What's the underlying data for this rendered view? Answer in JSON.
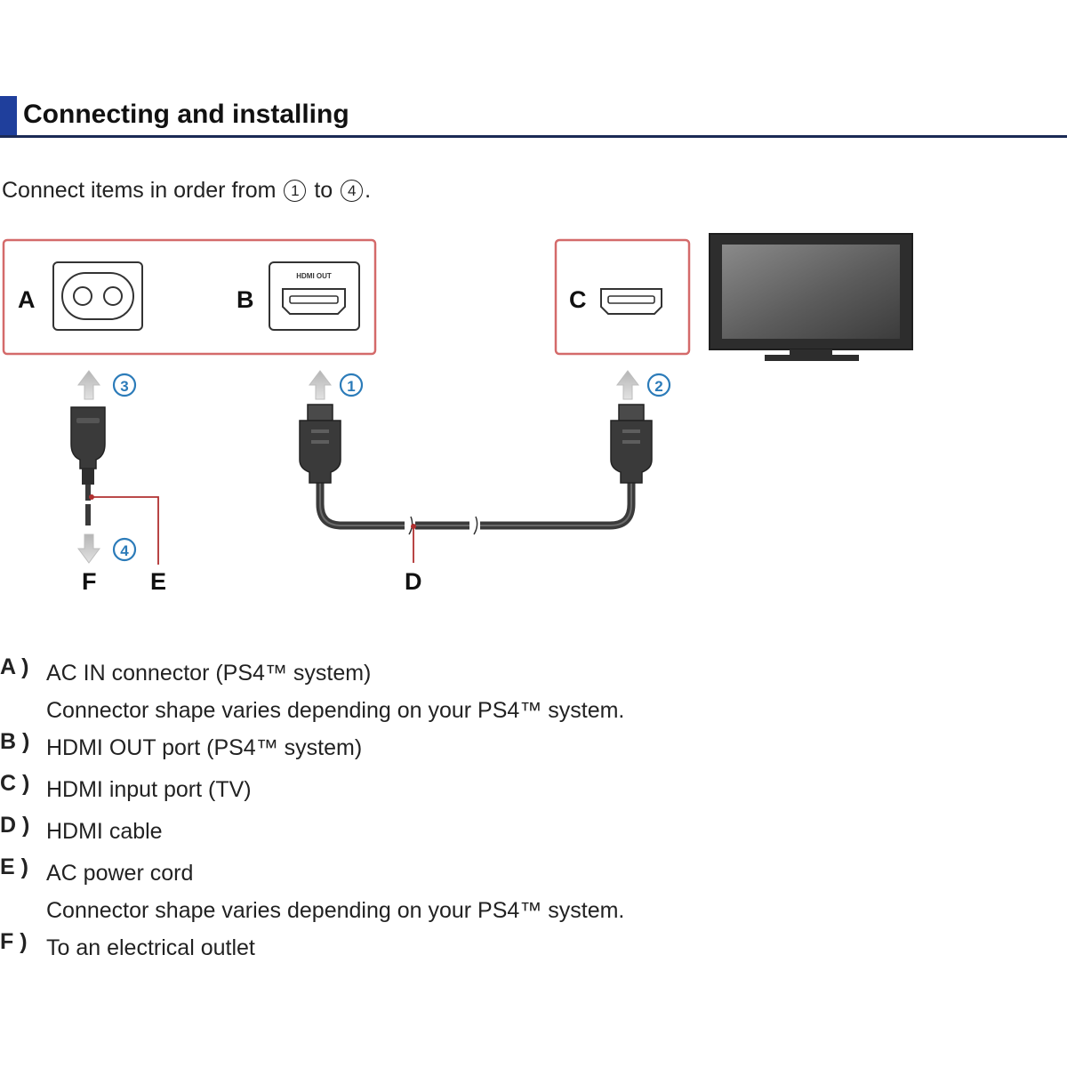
{
  "title": "Connecting and installing",
  "instruction": {
    "before": "Connect items in order from",
    "start": "1",
    "middle": "to",
    "end": "4",
    "after": "."
  },
  "diagram": {
    "labels": {
      "A": "A",
      "B": "B",
      "C": "C",
      "D": "D",
      "E": "E",
      "F": "F"
    },
    "port_label": "HDMI OUT",
    "steps": [
      "1",
      "2",
      "3",
      "4"
    ],
    "colors": {
      "callout_box": "#d46a6a",
      "step_number": "#2b7bb9",
      "arrow": "#c8c8c8",
      "cable": "#3a3a3a",
      "leader_line": "#b03030"
    }
  },
  "legend": [
    {
      "letter": "A )",
      "text": "AC IN connector (PS4™ system)",
      "note": "Connector shape varies depending on your PS4™ system."
    },
    {
      "letter": "B )",
      "text": "HDMI OUT port (PS4™ system)"
    },
    {
      "letter": "C )",
      "text": "HDMI input port (TV)"
    },
    {
      "letter": "D )",
      "text": "HDMI cable"
    },
    {
      "letter": "E )",
      "text": "AC power cord",
      "note": "Connector shape varies depending on your PS4™ system."
    },
    {
      "letter": "F )",
      "text": "To an electrical outlet"
    }
  ]
}
